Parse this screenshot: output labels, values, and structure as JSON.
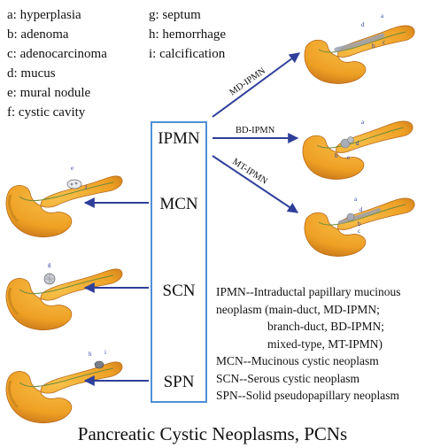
{
  "legend": {
    "col1": [
      "a: hyperplasia",
      "b: adenoma",
      "c: adenocarcinoma",
      "d: mucus",
      "e: mural nodule",
      "f: cystic cavity"
    ],
    "col2": [
      "g: septum",
      "h: hemorrhage",
      "i: calcification"
    ]
  },
  "types": [
    "IPMN",
    "MCN",
    "SCN",
    "SPN"
  ],
  "ipmn_subtypes": [
    "MD-IPMN",
    "BD-IPMN",
    "MT-IPMN"
  ],
  "notes": {
    "line1": "IPMN--Intraductal papillary mucinous",
    "line2": "neoplasm (main-duct, MD-IPMN;",
    "line3": "branch-duct, BD-IPMN;",
    "line4": "mixed-type,  MT-IPMN)",
    "line5": "MCN--Mucinous cystic neoplasm",
    "line6": "SCN--Serous cystic neoplasm",
    "line7": "SPN--Solid pseudopapillary neoplasm"
  },
  "lesion_letters": {
    "md": [
      "a",
      "d",
      "b",
      "c"
    ],
    "bd": [
      "a",
      "d",
      "b",
      "e"
    ],
    "mt": [
      "a",
      "d",
      "b",
      "c"
    ],
    "mcn": [
      "e",
      "f"
    ],
    "scn": [
      "g"
    ],
    "spn": [
      "h",
      "i"
    ]
  },
  "caption": "Pancreatic Cystic Neoplasms, PCNs",
  "colors": {
    "arrow": "#2f3f9a",
    "box": "#4f8fd6",
    "pancreas": "#f0a92a",
    "pancreas_dark": "#c9781a"
  }
}
